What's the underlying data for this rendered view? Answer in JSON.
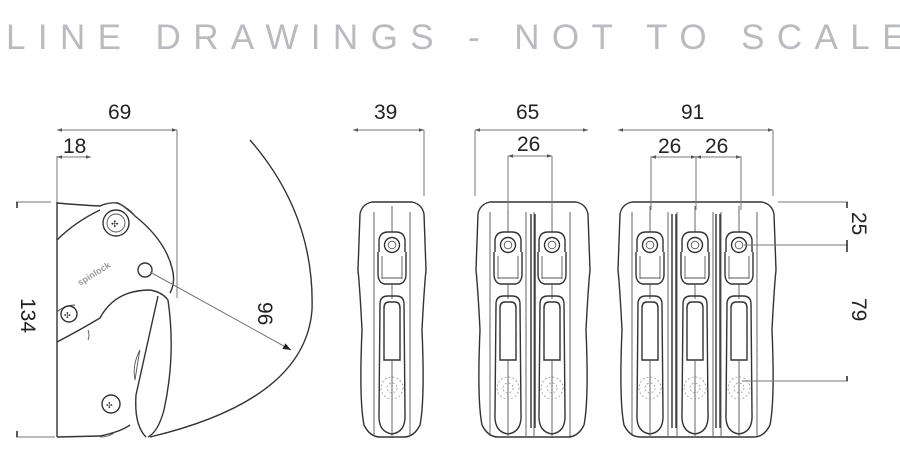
{
  "title": "LINE DRAWINGS - NOT TO SCALE",
  "colors": {
    "title": "#b9bbc0",
    "line": "#333333",
    "dimension_line": "#777777",
    "dimension_text": "#222222"
  },
  "side_view": {
    "brand_label": "spinlock",
    "dimensions": {
      "overall_depth": "69",
      "front_offset": "18",
      "height": "134",
      "swing_radius": "96"
    }
  },
  "front_view_single": {
    "dimensions": {
      "width": "39"
    }
  },
  "front_view_double": {
    "dimensions": {
      "width": "65",
      "pitch": "26"
    }
  },
  "front_view_triple": {
    "dimensions": {
      "width": "91",
      "pitch_left": "26",
      "pitch_right": "26",
      "top_to_sheave": "25",
      "sheave_to_bottom_hole": "79"
    }
  }
}
